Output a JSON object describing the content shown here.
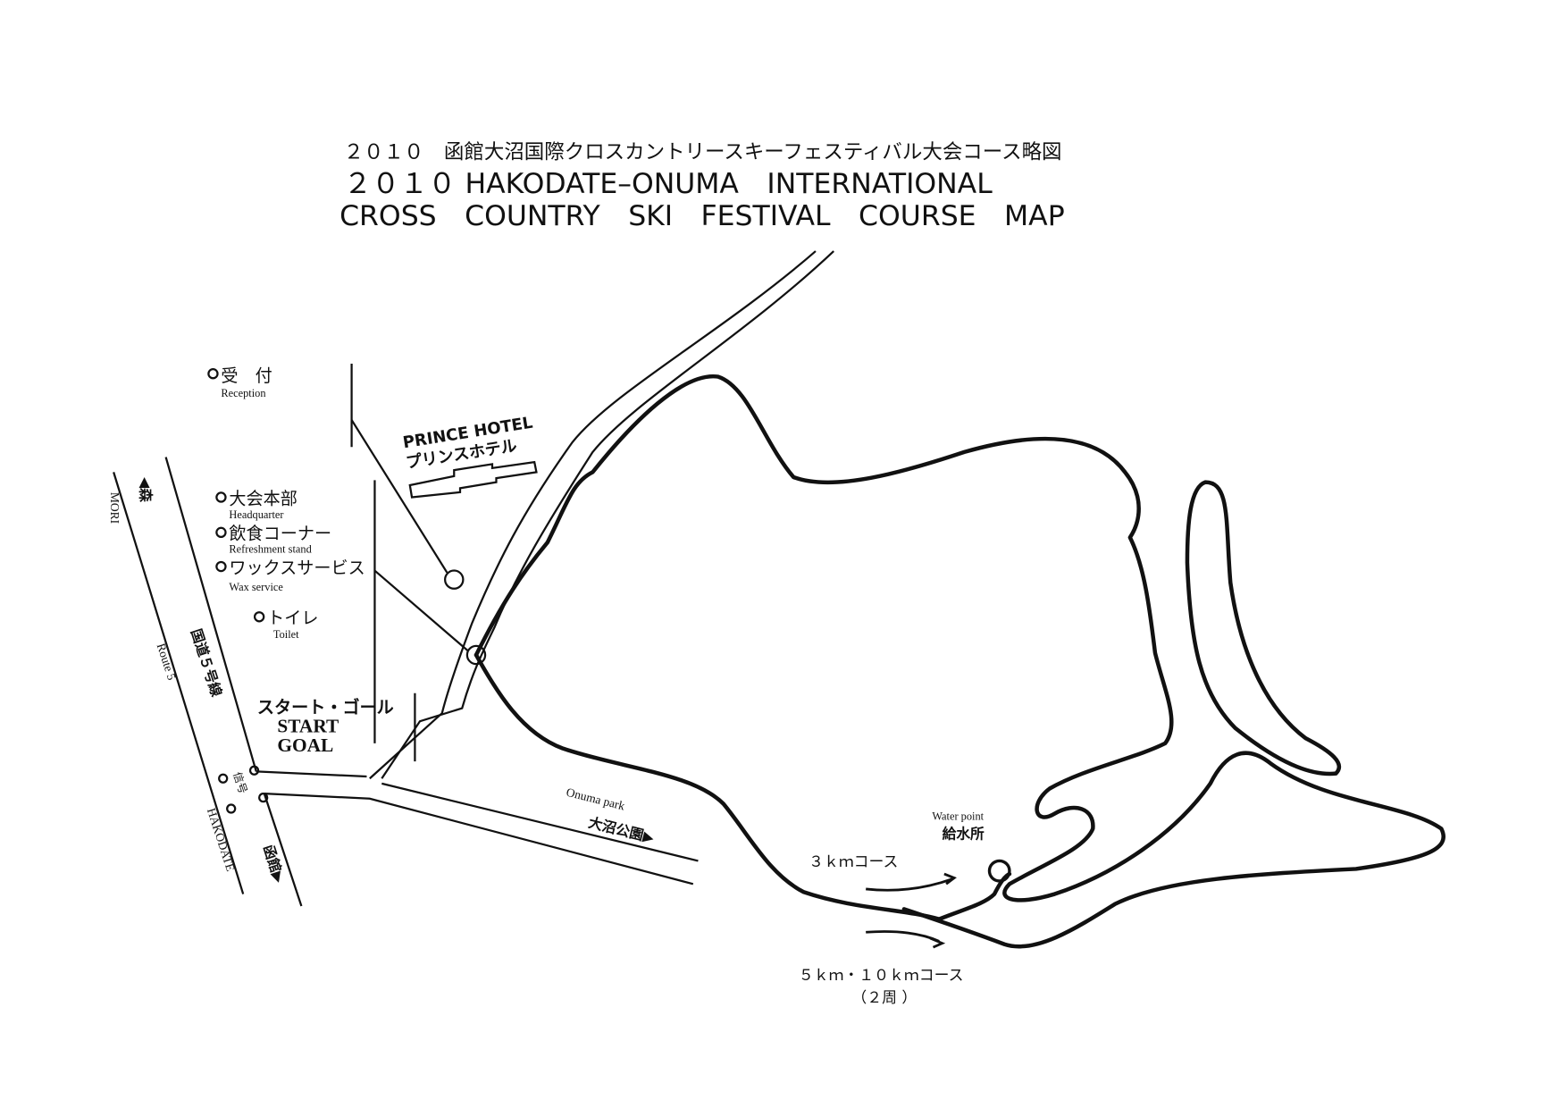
{
  "title": {
    "japanese": "２０１０　函館大沼国際クロスカントリースキーフェスティバル大会コース略図",
    "english_line1": "２０１０ HAKODATE–ONUMA　INTERNATIONAL",
    "english_line2": "CROSS　COUNTRY　SKI　FESTIVAL　COURSE　MAP"
  },
  "legend": [
    {
      "ja": "受　付",
      "en": "Reception"
    },
    {
      "ja": "大会本部",
      "en": "Headquarter"
    },
    {
      "ja": "飲食コーナー",
      "en": "Refreshment stand"
    },
    {
      "ja": "ワックスサービス",
      "en": "Wax service"
    },
    {
      "ja": "トイレ",
      "en": "Toilet"
    }
  ],
  "hotel": {
    "en": "PRINCE HOTEL",
    "ja": "プリンスホテル"
  },
  "start_goal": {
    "ja": "スタート・ゴール",
    "en_start": "START",
    "en_goal": "GOAL"
  },
  "roads": {
    "mori_ja": "◀森",
    "mori_en": "MORI",
    "route_ja": "国道５号線",
    "route_en": "Route 5",
    "hakodate_ja": "函館▶",
    "hakodate_en": "HAKODATE",
    "signal_ja": "信号",
    "onuma_en": "Onuma park",
    "onuma_ja": "大沼公園▶"
  },
  "water_point": {
    "en": "Water point",
    "ja": "給水所"
  },
  "courses": {
    "short": "３ｋｍコース",
    "long": "５ｋｍ・１０ｋｍコース",
    "long_note": "（２周 ）"
  }
}
